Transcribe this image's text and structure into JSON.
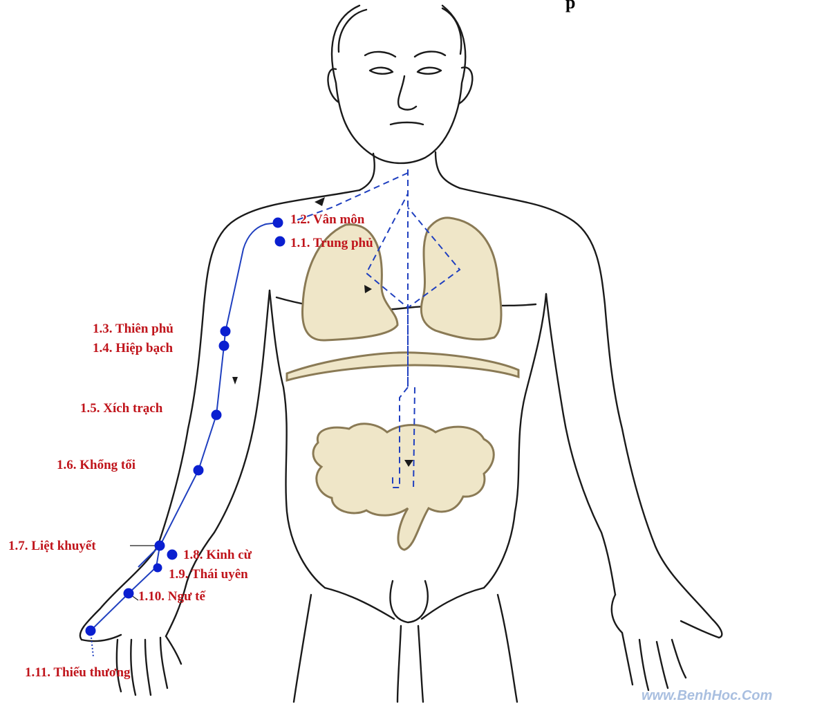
{
  "header_fragment": "p",
  "points": [
    {
      "id": "1.1",
      "label": "1.1. Trung phủ"
    },
    {
      "id": "1.2",
      "label": "1.2. Vân môn"
    },
    {
      "id": "1.3",
      "label": "1.3. Thiên phủ"
    },
    {
      "id": "1.4",
      "label": "1.4. Hiệp bạch"
    },
    {
      "id": "1.5",
      "label": "1.5. Xích trạch"
    },
    {
      "id": "1.6",
      "label": "1.6. Khổng tối"
    },
    {
      "id": "1.7",
      "label": "1.7. Liệt khuyết"
    },
    {
      "id": "1.8",
      "label": "1.8. Kinh cừ"
    },
    {
      "id": "1.9",
      "label": "1.9. Thái uyên"
    },
    {
      "id": "1.10",
      "label": "1.10. Ngư tế"
    },
    {
      "id": "1.11",
      "label": "1.11. Thiếu thương"
    }
  ],
  "watermark": "www.BenhHoc.Com",
  "colors": {
    "line_art": "#1a1a1a",
    "meridian": "#1f3fbf",
    "point": "#0a1fd0",
    "label": "#c0141b",
    "organ_outline": "#8a7a55",
    "organ_fill": "#efe6c8",
    "watermark": "#a9bfe0"
  }
}
